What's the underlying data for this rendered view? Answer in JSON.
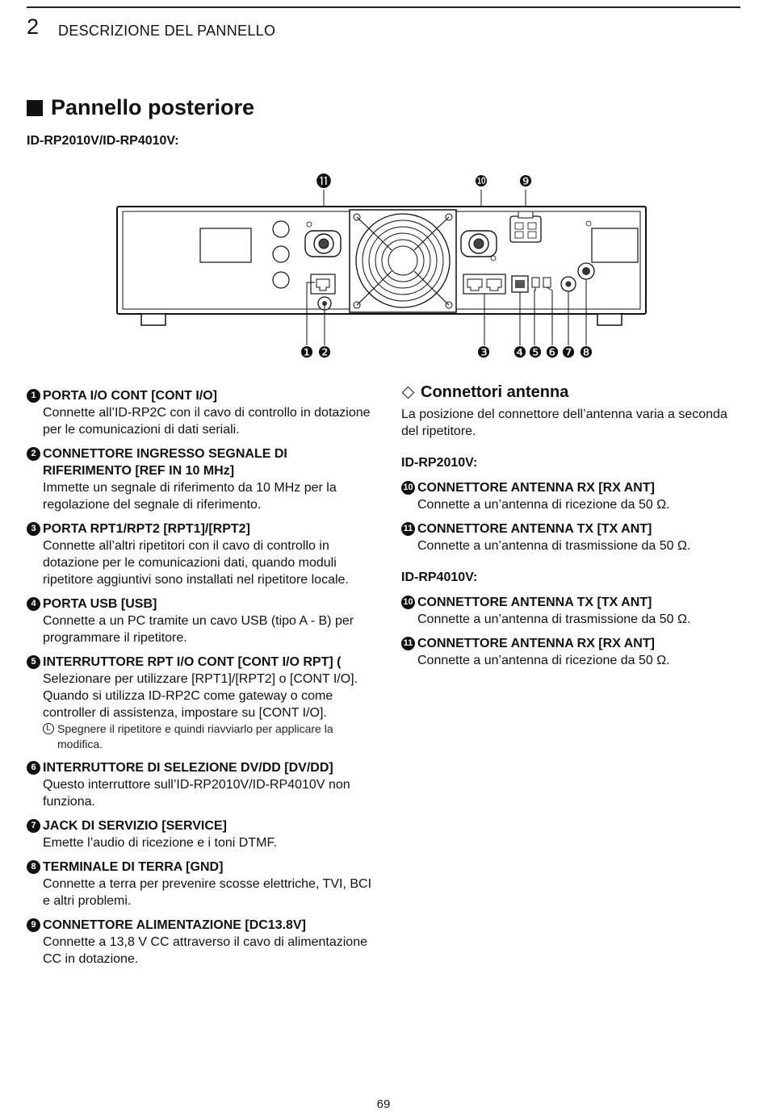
{
  "header": {
    "chapter_number": "2",
    "chapter_title": "DESCRIZIONE DEL PANNELLO"
  },
  "section": {
    "title": "Pannello posteriore",
    "model_line": "ID-RP2010V/ID-RP4010V:"
  },
  "figure": {
    "callouts_top": [
      "⓫",
      "❿",
      "❾"
    ],
    "callouts_bottom": [
      "❶",
      "❷",
      "❸",
      "❹",
      "❺",
      "❻",
      "❼",
      "❽"
    ]
  },
  "items": [
    {
      "num": "1",
      "title": "PORTA I/O CONT [CONT I/O]",
      "desc": "Connette all’ID-RP2C con il cavo di controllo in dotazione per le comunicazioni di dati seriali."
    },
    {
      "num": "2",
      "title": "CONNETTORE INGRESSO SEGNALE DI RIFERIMENTO [REF IN 10 MHz]",
      "desc": "Immette un segnale di riferimento da 10 MHz per la regolazione del segnale di riferimento."
    },
    {
      "num": "3",
      "title": "PORTA RPT1/RPT2 [RPT1]/[RPT2]",
      "desc": "Connette all’altri ripetitori con il cavo di controllo in dotazione per le comunicazioni dati, quando moduli ripetitore aggiuntivi sono installati nel ripetitore locale."
    },
    {
      "num": "4",
      "title": "PORTA USB [USB]",
      "desc": "Connette a un PC tramite un cavo USB (tipo A - B) per programmare il ripetitore."
    },
    {
      "num": "5",
      "title": "INTERRUTTORE RPT I/O CONT [CONT I/O RPT] (",
      "desc": "Selezionare per utilizzare [RPT1]/[RPT2] o [CONT I/O]. Quando si utilizza ID-RP2C come gateway o come controller di assistenza, impostare su [CONT I/O].",
      "note": "Spegnere il ripetitore e quindi riavviarlo per applicare la modifica."
    },
    {
      "num": "6",
      "title": "INTERRUTTORE DI SELEZIONE DV/DD [DV/DD]",
      "desc": "Questo interruttore sull’ID-RP2010V/ID-RP4010V non funziona."
    },
    {
      "num": "7",
      "title": "JACK DI SERVIZIO [SERVICE]",
      "desc": "Emette l’audio di ricezione e i toni DTMF."
    },
    {
      "num": "8",
      "title": "TERMINALE DI TERRA [GND]",
      "desc": "Connette a terra per prevenire scosse elettriche, TVI, BCI e altri problemi."
    },
    {
      "num": "9",
      "title": "CONNETTORE ALIMENTAZIONE [DC13.8V]",
      "desc": "Connette a 13,8 V CC attraverso il cavo di alimentazione CC in dotazione."
    }
  ],
  "antenna": {
    "title": "Connettori antenna",
    "intro": "La posizione del connettore dell’antenna varia a seconda del ripetitore.",
    "models": [
      {
        "name": "ID-RP2010V:",
        "items": [
          {
            "num": "10",
            "title": "CONNETTORE ANTENNA RX [RX ANT]",
            "desc": "Connette a un’antenna di ricezione da 50 Ω."
          },
          {
            "num": "11",
            "title": "CONNETTORE ANTENNA TX [TX ANT]",
            "desc": "Connette a un’antenna di trasmissione da 50 Ω."
          }
        ]
      },
      {
        "name": "ID-RP4010V:",
        "items": [
          {
            "num": "10",
            "title": "CONNETTORE ANTENNA TX [TX ANT]",
            "desc": "Connette a un’antenna di trasmissione da 50 Ω."
          },
          {
            "num": "11",
            "title": "CONNETTORE ANTENNA RX [RX ANT]",
            "desc": "Connette a un’antenna di ricezione da 50 Ω."
          }
        ]
      }
    ]
  },
  "footer": {
    "page_number": "69"
  }
}
